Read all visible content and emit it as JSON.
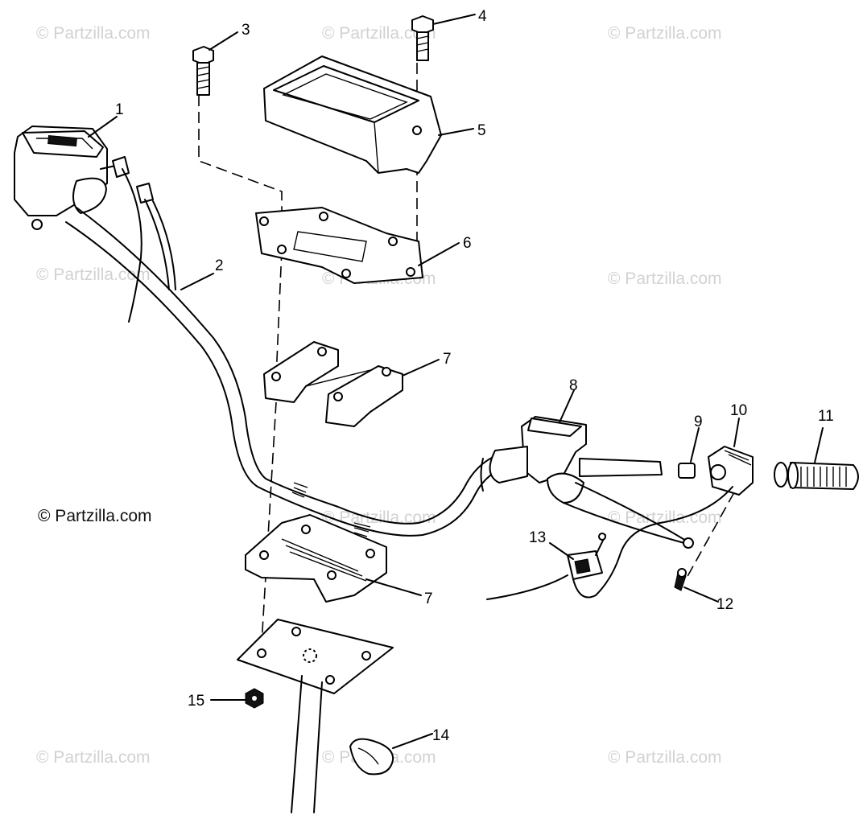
{
  "diagram": {
    "watermark_text": "© Partzilla.com",
    "copyright": "© Partzilla.com",
    "callouts": [
      "1",
      "2",
      "3",
      "4",
      "5",
      "6",
      "7",
      "7",
      "8",
      "9",
      "10",
      "11",
      "12",
      "13",
      "14",
      "15"
    ]
  },
  "colors": {
    "ink": "#000000",
    "watermark": "#d2d2d2",
    "background": "#ffffff"
  }
}
